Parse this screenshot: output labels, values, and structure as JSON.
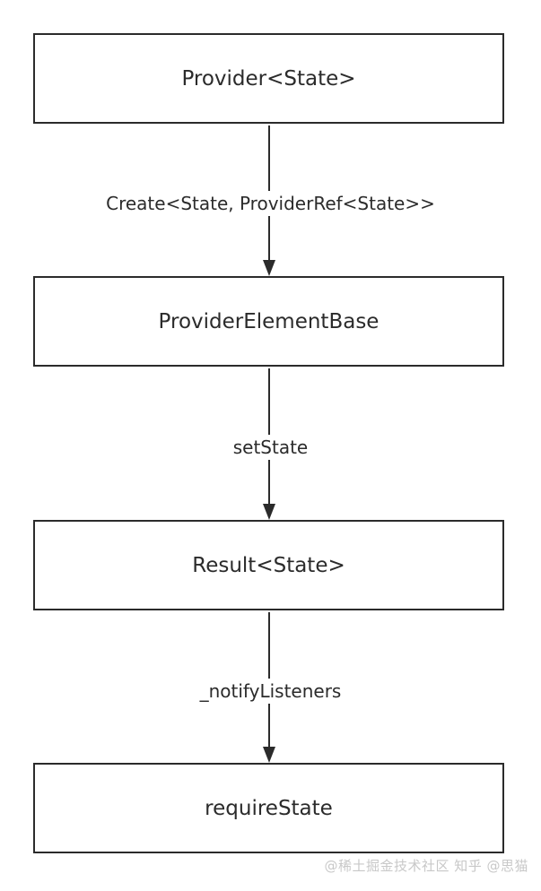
{
  "nodes": [
    {
      "label": "Provider<State>"
    },
    {
      "label": "ProviderElementBase"
    },
    {
      "label": "Result<State>"
    },
    {
      "label": "requireState"
    }
  ],
  "edges": [
    {
      "label": "Create<State, ProviderRef<State>>"
    },
    {
      "label": "setState"
    },
    {
      "label": "_notifyListeners"
    }
  ],
  "watermark": "@稀土掘金技术社区 知乎 @思猫",
  "colors": {
    "stroke": "#2b2b2b",
    "background": "#ffffff",
    "watermark": "#c8c8c8"
  }
}
